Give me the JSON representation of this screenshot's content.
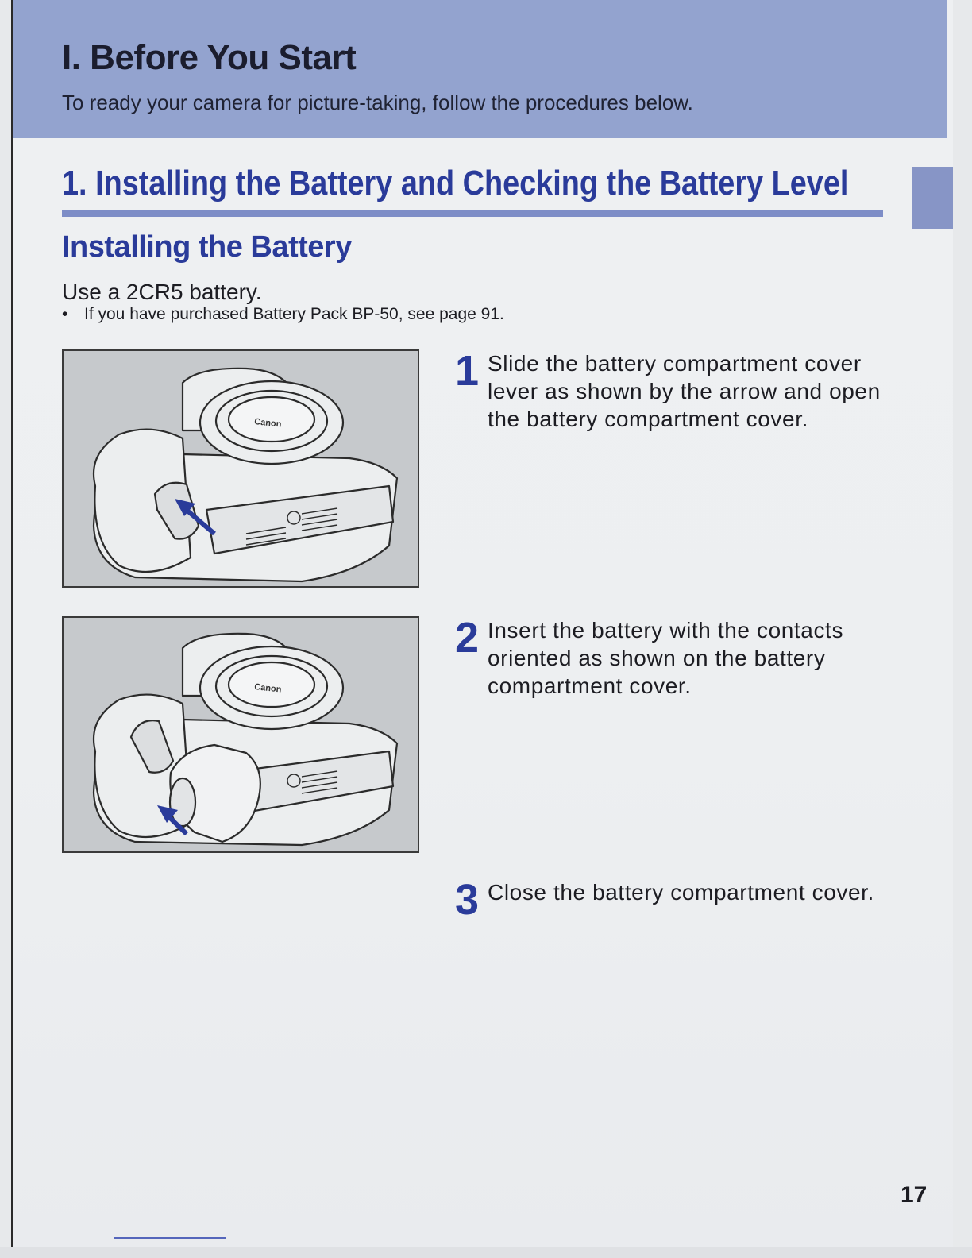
{
  "header": {
    "title": "I. Before You Start",
    "subtitle": "To ready your camera for picture-taking, follow the procedures below."
  },
  "section": {
    "title": "1. Installing the Battery and Checking the Battery Level"
  },
  "subsection": {
    "title": "Installing the Battery",
    "intro": "Use a 2CR5 battery.",
    "bullet": "If you have purchased Battery Pack BP-50, see page 91."
  },
  "steps": [
    {
      "number": "1",
      "text": "Slide the battery compartment cover lever as shown by the arrow and open the battery compartment cover."
    },
    {
      "number": "2",
      "text": "Insert the battery with the contacts oriented as shown on the battery compartment cover."
    },
    {
      "number": "3",
      "text": "Close the battery compartment cover."
    }
  ],
  "figures": [
    {
      "brand_mark": "Canon",
      "icon": "camera-body-illustration",
      "arrow": "arrow-icon"
    },
    {
      "brand_mark": "Canon",
      "icon": "camera-body-with-battery-illustration",
      "arrow": "arrow-icon"
    }
  ],
  "colors": {
    "header_band": "#93a3cf",
    "accent_blue": "#2a3b9a",
    "rule": "#7d8dc7"
  },
  "page_number": "17"
}
